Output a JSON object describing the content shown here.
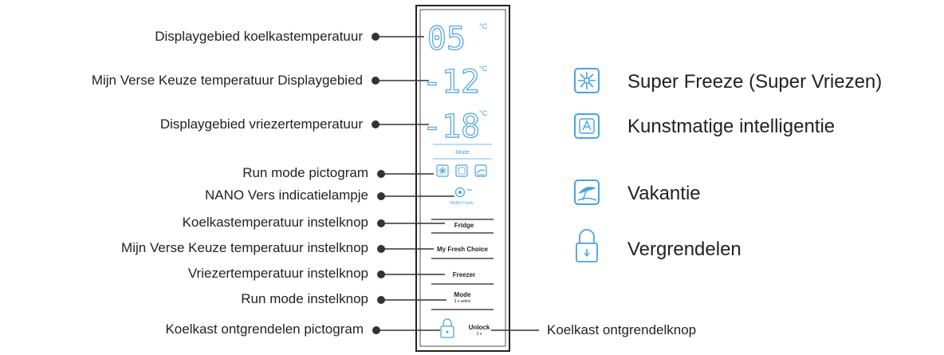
{
  "callouts_left": [
    "Displaygebied koelkastemperatuur",
    "Mijn Verse Keuze temperatuur Displaygebied",
    "Displaygebied vriezertemperatuur",
    "Run mode pictogram",
    "NANO Vers indicatielampje",
    "Koelkastemperatuur instelknop",
    "Mijn Verse Keuze temperatuur instelknop",
    "Vriezertemperatuur instelknop",
    "Run mode instelknop",
    "Koelkast ontgrendelen pictogram"
  ],
  "callout_right": "Koelkast ontgrendelknop",
  "panel": {
    "fridge_temp": "05",
    "fresh_temp": "-12",
    "freezer_temp": "-18",
    "unit": "°C",
    "mode_label": "Mode",
    "nano_label": "NANO Fresh",
    "btn_fridge": "Fridge",
    "btn_fresh": "My Fresh Choice",
    "btn_freezer": "Freezer",
    "btn_mode": "Mode",
    "btn_mode_sub": "3 s select",
    "btn_unlock": "Unlock",
    "btn_unlock_sub": "3 s"
  },
  "legend": [
    {
      "icon": "snowflake-icon",
      "label": "Super Freeze (Super Vriezen)"
    },
    {
      "icon": "ai-icon",
      "label": "Kunstmatige intelligentie"
    },
    {
      "icon": "vacation-icon",
      "label": "Vakantie"
    },
    {
      "icon": "lock-icon",
      "label": "Vergrendelen"
    }
  ],
  "colors": {
    "display": "#4aa3e0",
    "line": "#222222"
  }
}
